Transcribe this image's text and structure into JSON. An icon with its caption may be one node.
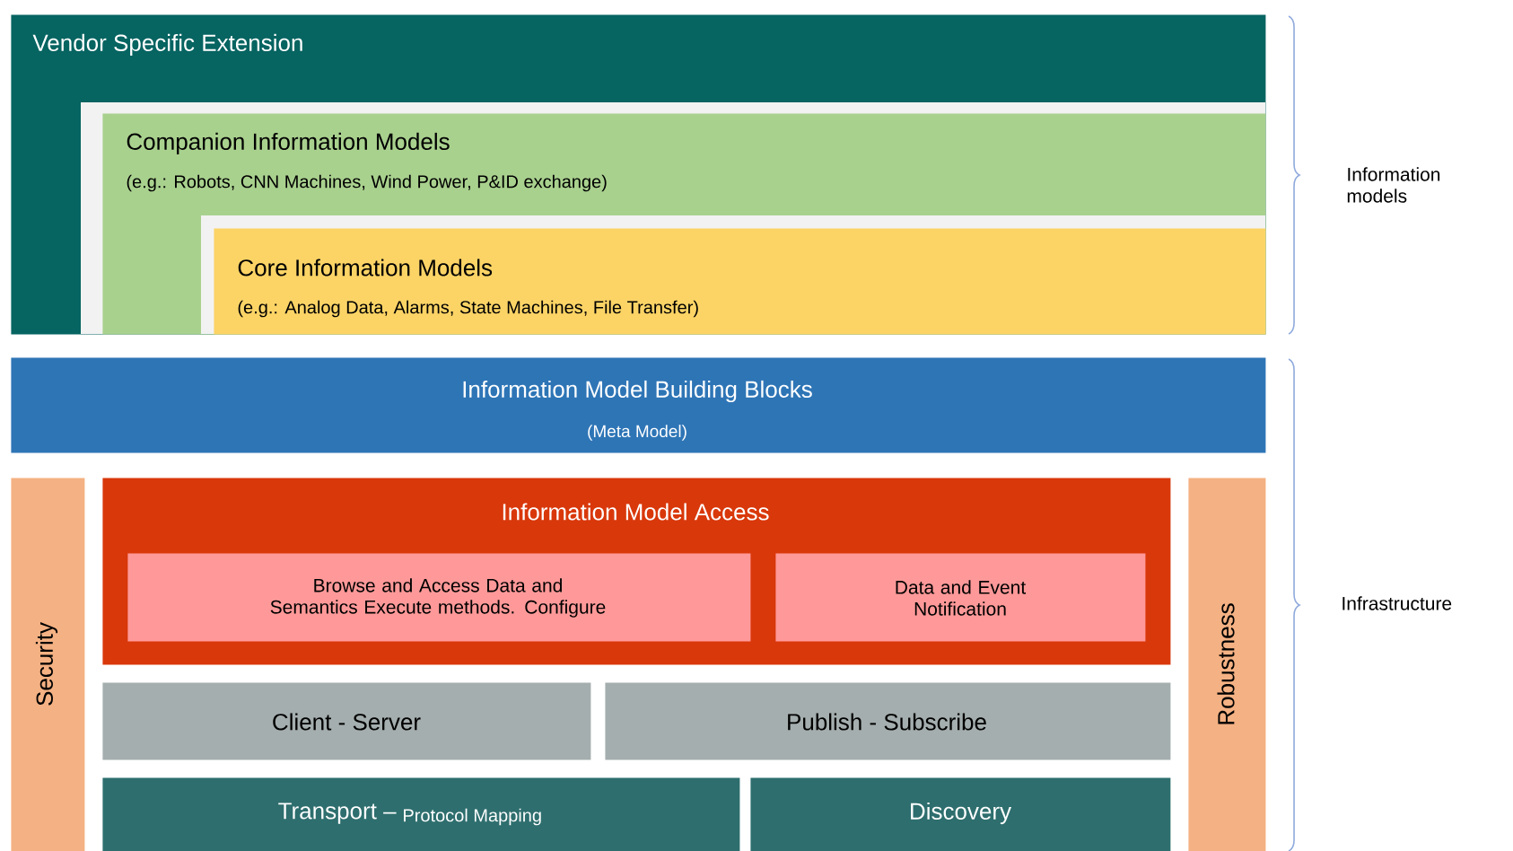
{
  "diagram": {
    "nodes": [
      {
        "text": [
          "Vendor Specific Extension"
        ]
      },
      {
        "text": [
          "Companion Information Models",
          "(e.g.: Robots, CNN Machines, Wind Power, P&ID exchange)"
        ],
        "in": 0
      },
      {
        "text": [
          "Core Information Models",
          "(e.g.: Analog Data, Alarms, State Machines, File Transfer)"
        ],
        "in": 1
      },
      {
        "text": [
          "Information Model Building Blocks",
          "(Meta Model)"
        ]
      },
      {
        "text": [
          "Security"
        ]
      },
      {
        "text": [
          "Information Model Access"
        ]
      },
      {
        "text": [
          "Browse and Access Data and Semantics Execute methods. Configure"
        ],
        "in": 5
      },
      {
        "text": [
          "Data and Event Notification"
        ],
        "in": 5
      },
      {
        "text": [
          "Client - Server"
        ]
      },
      {
        "text": [
          "Publish - Subscribe"
        ]
      },
      {
        "text": [
          "Transport –",
          "Protocol Mapping"
        ]
      },
      {
        "text": [
          "Discovery"
        ]
      },
      {
        "text": [
          "Robustness"
        ]
      }
    ],
    "labels": [
      "Information models",
      "Infrastructure"
    ]
  }
}
